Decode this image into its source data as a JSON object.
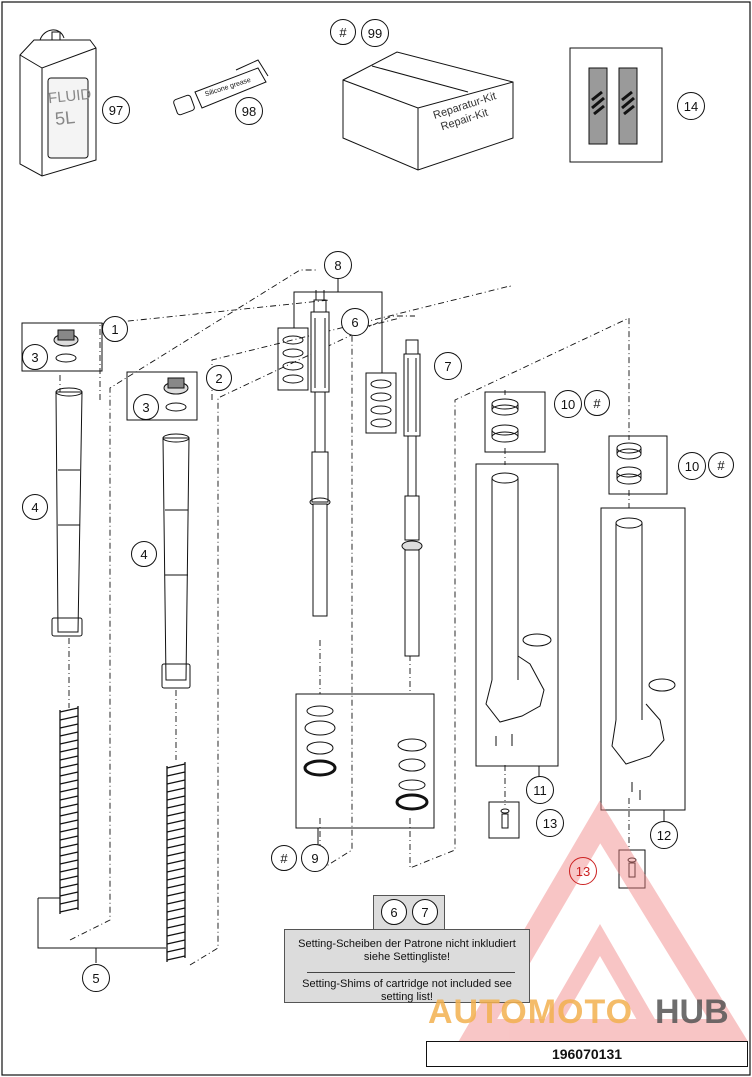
{
  "refs": {
    "r1": "1",
    "r2": "2",
    "r3a": "3",
    "r3b": "3",
    "r4a": "4",
    "r4b": "4",
    "r5": "5",
    "r6": "6",
    "r7": "7",
    "r8": "8",
    "r9": "9",
    "r10a": "10",
    "r10b": "10",
    "r11": "11",
    "r12": "12",
    "r13a": "13",
    "r13b": "13",
    "r14": "14",
    "r97": "97",
    "r98": "98",
    "r99": "99",
    "hashKit": "#",
    "hash9": "#",
    "hash10a": "#",
    "hash10b": "#",
    "n6": "6",
    "n7": "7"
  },
  "products": {
    "can_line1": "FLUID",
    "can_line2": "5L",
    "tube_line1": "Silicone grease",
    "kit_line1": "Reparatur-Kit",
    "kit_line2": "Repair-Kit"
  },
  "note": {
    "german": "Setting-Scheiben der Patrone nicht inkludiert siehe Settingliste!",
    "english": "Setting-Shims of cartridge not included see setting list!"
  },
  "diagram_number": "196070131",
  "watermark": {
    "part1": "AUTOMOTO",
    "part2": "HUB",
    "color1": "#f3b14f",
    "color2": "#555555",
    "triangle": "#f08080"
  }
}
